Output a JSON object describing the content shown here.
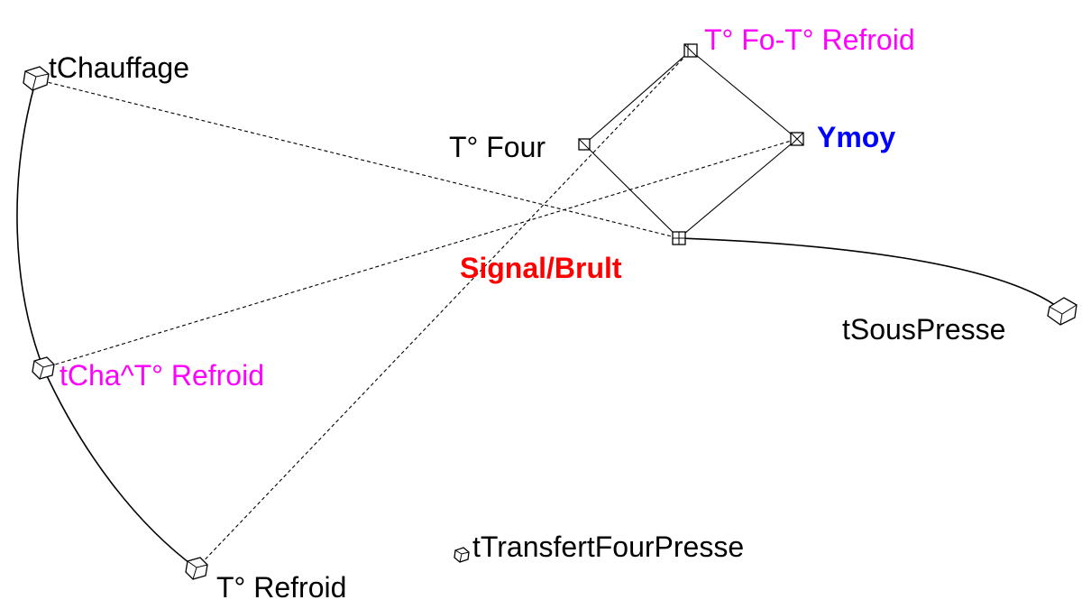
{
  "colors": {
    "default": "#000000",
    "magenta": "#ff00ff",
    "blue": "#0000ff",
    "red": "#ff0000"
  },
  "nodes": {
    "tchauffage": {
      "label": "tChauffage",
      "color": "#000000",
      "bold": false
    },
    "tfo_trefroid": {
      "label": "T° Fo-T° Refroid",
      "color": "#ff00ff",
      "bold": false
    },
    "tfour": {
      "label": "T° Four",
      "color": "#000000",
      "bold": false
    },
    "ymoy": {
      "label": "Ymoy",
      "color": "#0000ff",
      "bold": true
    },
    "signal_brult": {
      "label": "Signal/Brult",
      "color": "#ff0000",
      "bold": true
    },
    "tsouspresse": {
      "label": "tSousPresse",
      "color": "#000000",
      "bold": false
    },
    "tcha_trefroid": {
      "label": "tCha^T° Refroid",
      "color": "#ff00ff",
      "bold": false
    },
    "trefroid": {
      "label": "T° Refroid",
      "color": "#000000",
      "bold": false
    },
    "ttransfertfourpresse": {
      "label": "tTransfertFourPresse",
      "color": "#000000",
      "bold": false
    }
  },
  "edges": [
    {
      "from": "tchauffage",
      "to": "tcha_trefroid",
      "style": "solid"
    },
    {
      "from": "tcha_trefroid",
      "to": "trefroid",
      "style": "solid"
    },
    {
      "from": "signal_brult",
      "to": "tsouspresse",
      "style": "solid"
    },
    {
      "from": "tfour",
      "to": "tfo_trefroid",
      "style": "solid"
    },
    {
      "from": "tfo_trefroid",
      "to": "ymoy",
      "style": "solid"
    },
    {
      "from": "ymoy",
      "to": "signal_brult",
      "style": "solid"
    },
    {
      "from": "signal_brult",
      "to": "tfour",
      "style": "solid"
    },
    {
      "from": "tchauffage",
      "to": "signal_brult",
      "style": "dashed"
    },
    {
      "from": "tcha_trefroid",
      "to": "ymoy",
      "style": "dashed"
    },
    {
      "from": "trefroid",
      "to": "tfo_trefroid",
      "style": "dashed"
    }
  ]
}
